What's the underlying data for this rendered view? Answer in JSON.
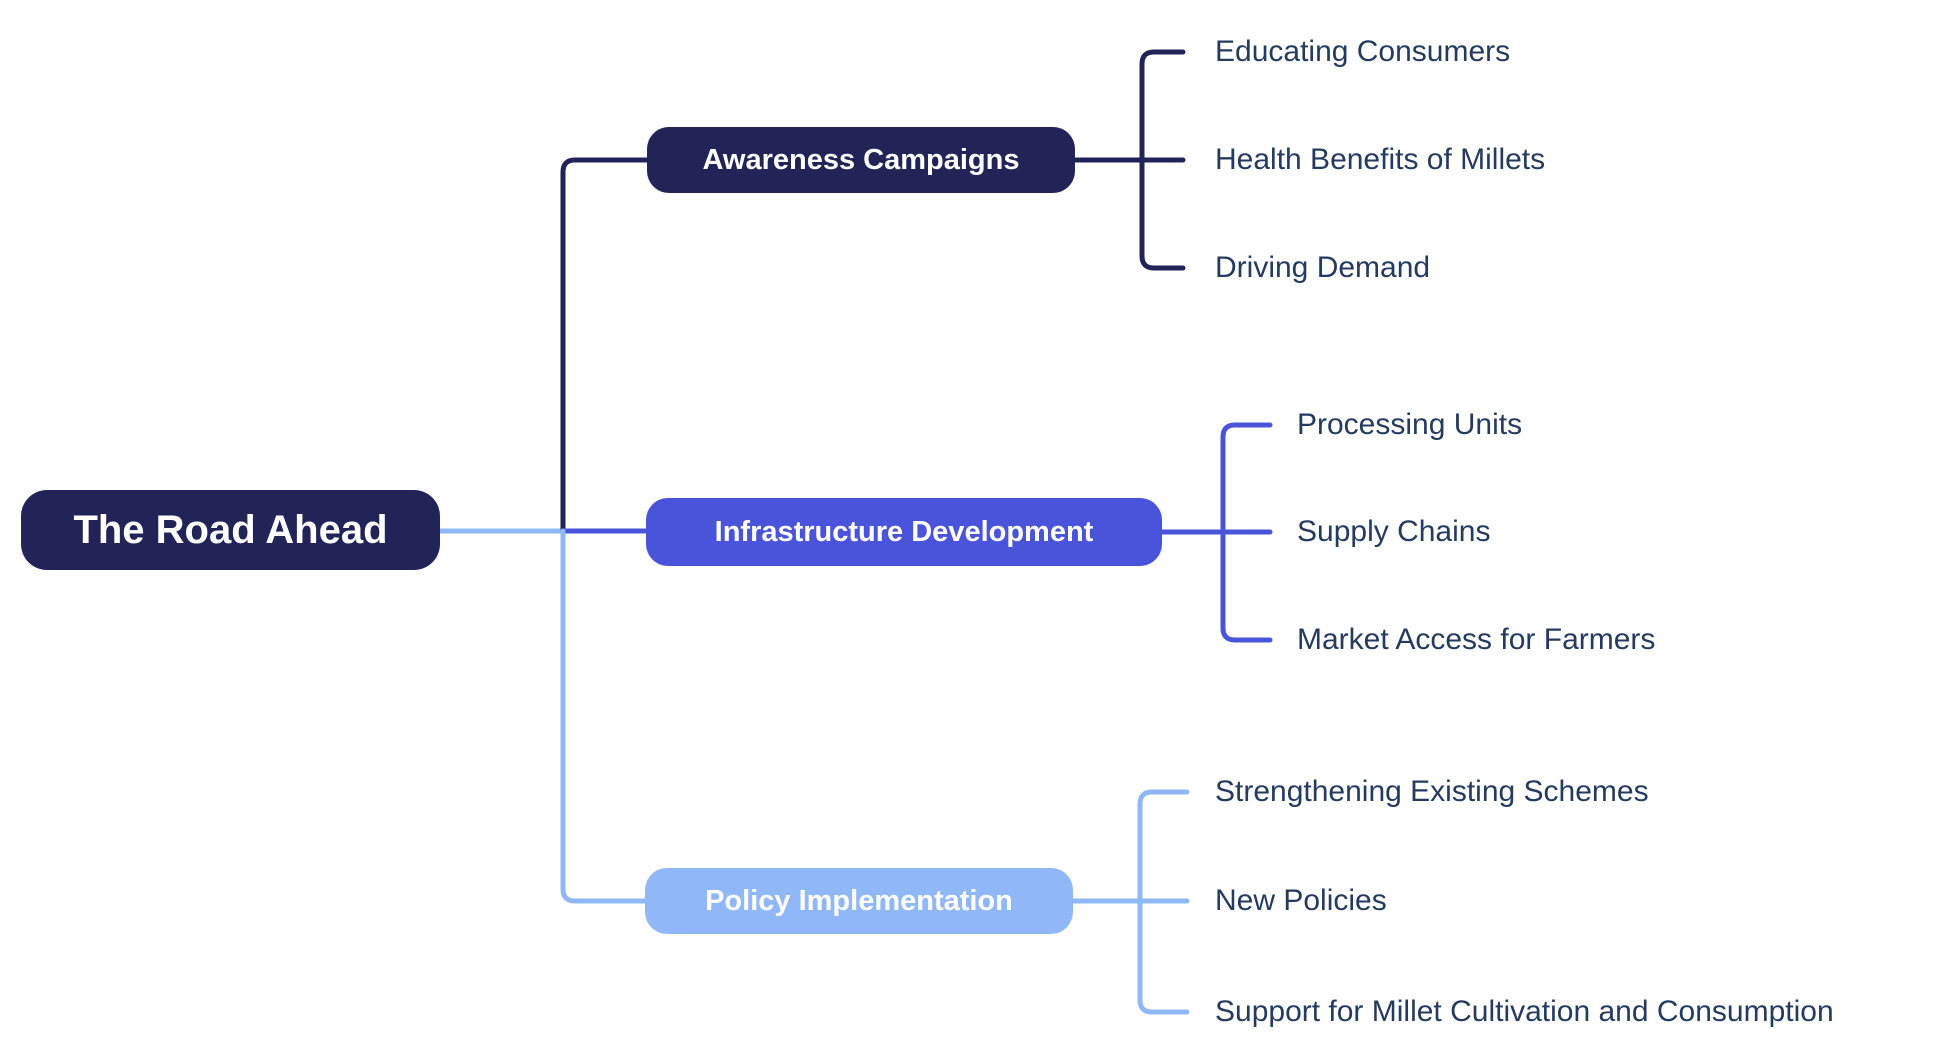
{
  "colors": {
    "navy": "#222458",
    "indigo": "#4A54DA",
    "light_blue": "#90B8F8",
    "child_text": "#243A5E",
    "node_text": "#FFFFFF",
    "background": "#FFFFFF"
  },
  "root": {
    "label": "The Road Ahead"
  },
  "branches": [
    {
      "label": "Awareness Campaigns",
      "color": "#222458",
      "children": [
        "Educating Consumers",
        "Health Benefits of Millets",
        "Driving Demand"
      ]
    },
    {
      "label": "Infrastructure Development",
      "color": "#4A54DA",
      "children": [
        "Processing Units",
        "Supply Chains",
        "Market Access for Farmers"
      ]
    },
    {
      "label": "Policy Implementation",
      "color": "#90B8F8",
      "children": [
        "Strengthening Existing Schemes",
        "New Policies",
        "Support for Millet Cultivation and Consumption"
      ]
    }
  ]
}
